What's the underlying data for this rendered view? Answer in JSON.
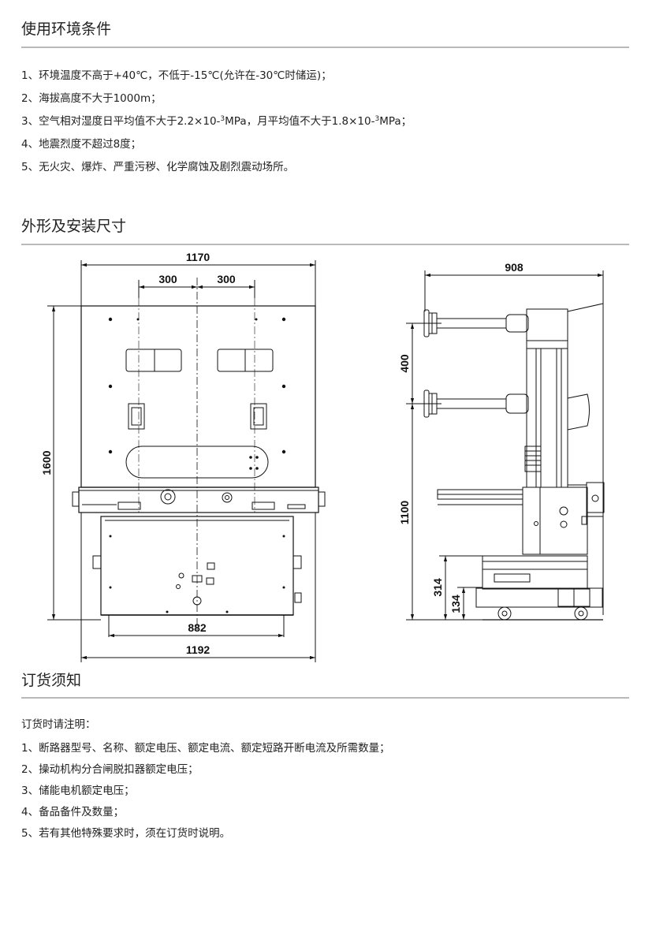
{
  "env": {
    "title": "使用环境条件",
    "items": [
      "1、环境温度不高于+40℃，不低于-15℃(允许在-30℃时储运)；",
      "2、海拔高度不大于1000m；",
      "4、地震烈度不超过8度；",
      "5、无火灾、爆炸、严重污秽、化学腐蚀及剧烈震动场所。"
    ],
    "item3": {
      "a": "3、空气相对湿度日平均值不大于2.2×10-",
      "exp1": "3",
      "b": "MPa，月平均值不大于1.8×10-",
      "exp2": "3",
      "c": "MPa；"
    }
  },
  "dims": {
    "title": "外形及安装尺寸",
    "front": {
      "width_top": "1170",
      "left_300": "300",
      "right_300": "300",
      "height": "1600",
      "mid": "882",
      "width_bottom": "1192"
    },
    "side": {
      "depth": "908",
      "upper": "400",
      "lower": "1100",
      "trolley": "314",
      "base": "134"
    }
  },
  "order": {
    "title": "订货须知",
    "intro": "订货时请注明：",
    "items": [
      "1、断路器型号、名称、额定电压、额定电流、额定短路开断电流及所需数量；",
      "2、操动机构分合闸脱扣器额定电压；",
      "3、储能电机额定电压；",
      "4、备品备件及数量；",
      "5、若有其他特殊要求时，须在订货时说明。"
    ]
  }
}
